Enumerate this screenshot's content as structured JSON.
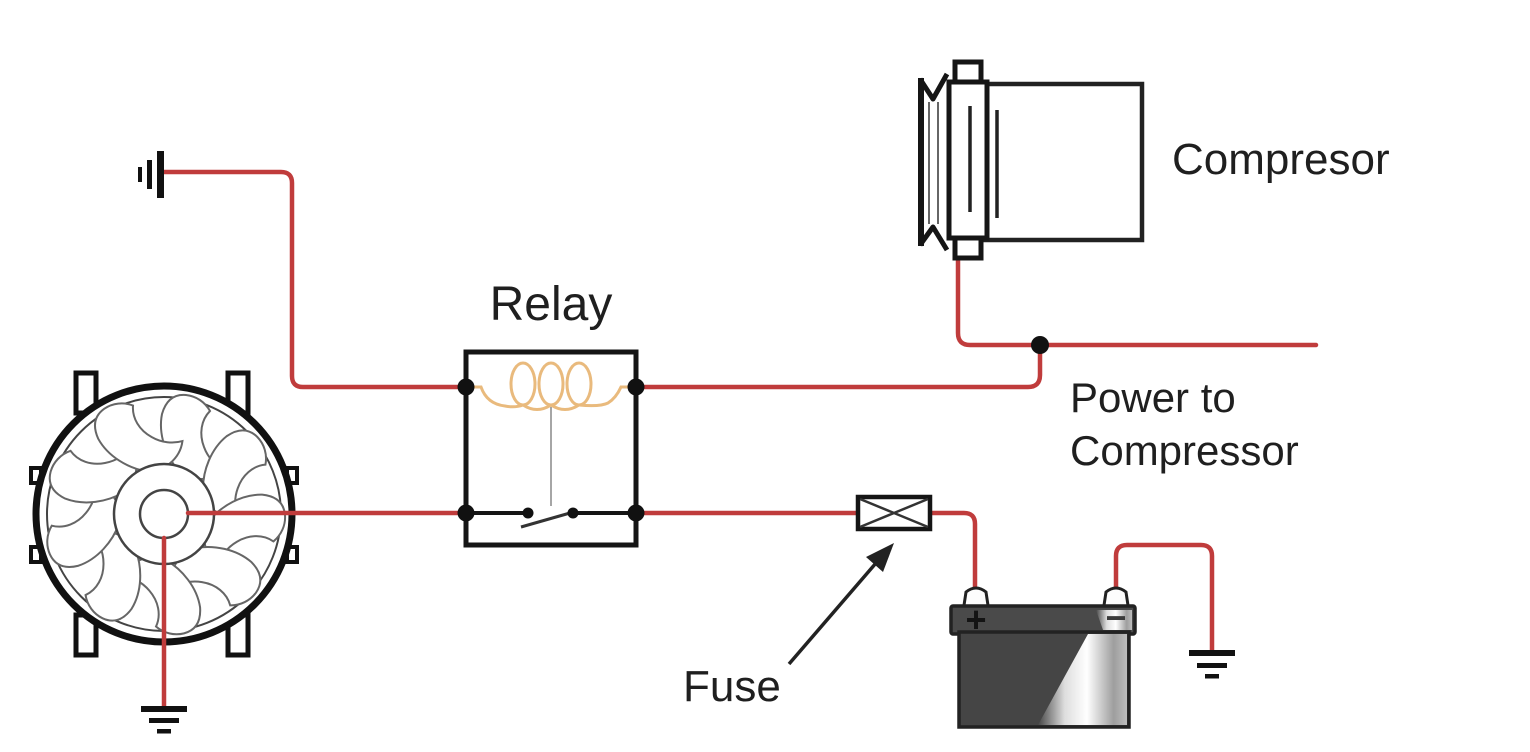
{
  "diagram": {
    "labels": {
      "relay": "Relay",
      "compressor": "Compresor",
      "power_to_compressor_line1": "Power to",
      "power_to_compressor_line2": "Compressor",
      "fuse": "Fuse",
      "battery_positive": "+",
      "battery_negative": "−"
    },
    "colors": {
      "wire": "#c03c3c",
      "coil": "#e9ba7d",
      "outline": "#151515",
      "label": "#1f1f1f",
      "battery_body": "#454545",
      "battery_band": "#4a4a4a"
    }
  }
}
